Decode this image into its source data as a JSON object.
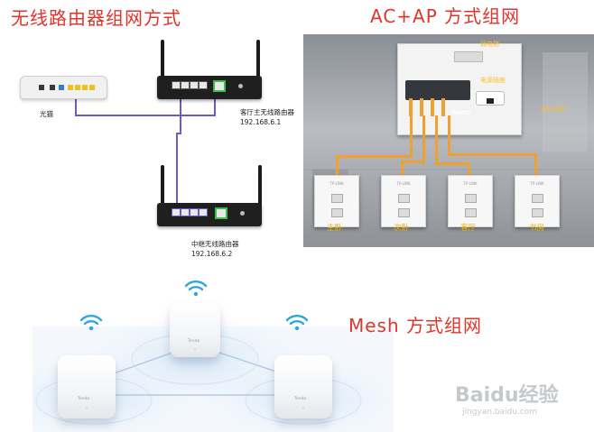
{
  "titles": {
    "router_section": "无线路由器组网方式",
    "acap_section": "AC+AP 方式组网",
    "mesh_section": "Mesh 方式组网"
  },
  "router_diagram": {
    "modem_label": "光猫",
    "main_router_label": "客厅主无线路由器",
    "main_router_ip": "192.168.6.1",
    "repeater_label": "中继无线路由器",
    "repeater_ip": "192.168.6.2"
  },
  "acap_photo": {
    "box_label": "弱电箱",
    "power_label": "电源插座",
    "fiber_label": "光纤进线",
    "ac_label": "WANCI",
    "plate_brand": "TP-LINK",
    "rooms": [
      "主卧",
      "次卧",
      "客厅",
      "书房"
    ]
  },
  "mesh_diagram": {
    "node_brand": "Tenda"
  },
  "watermark": {
    "brand": "Baidu经验",
    "url": "jingyan.baidu.com"
  },
  "colors": {
    "title": "#e2342b",
    "cable": "#6a5acd",
    "wan_port": "#3bbf4b",
    "room_text": "#f5b400",
    "wifi": "#2aa7e0"
  }
}
